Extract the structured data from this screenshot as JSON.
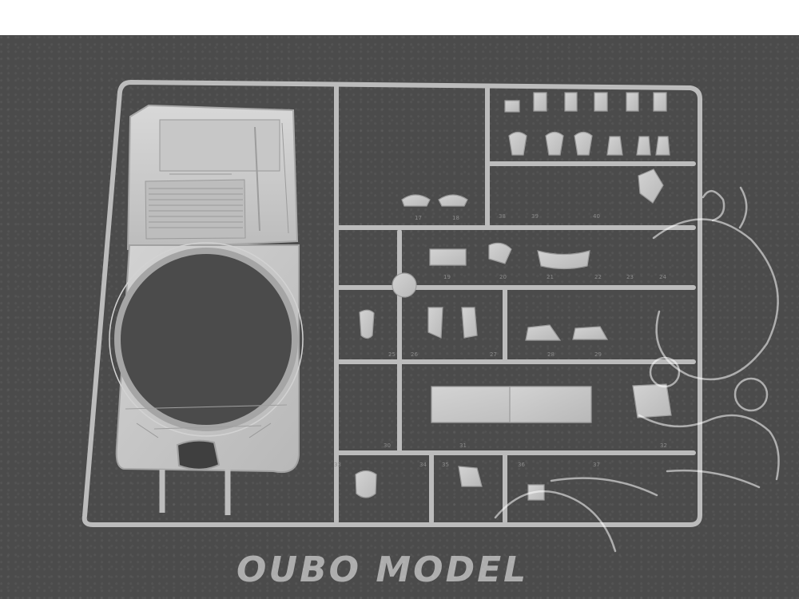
{
  "watermark": {
    "text": "OUBO MODEL",
    "color": "#ffffff"
  },
  "colors": {
    "background": "#4b4b4b",
    "plastic": "#c8c8c8",
    "plastic_shadow": "#a8a8a8",
    "sprue": "#bdbdbd"
  },
  "parts_labels": [
    "17",
    "18",
    "19",
    "20",
    "21",
    "22",
    "23",
    "24",
    "25",
    "26",
    "27",
    "28",
    "29",
    "30",
    "31",
    "32",
    "33",
    "34",
    "35",
    "36",
    "37",
    "38",
    "39",
    "40"
  ]
}
